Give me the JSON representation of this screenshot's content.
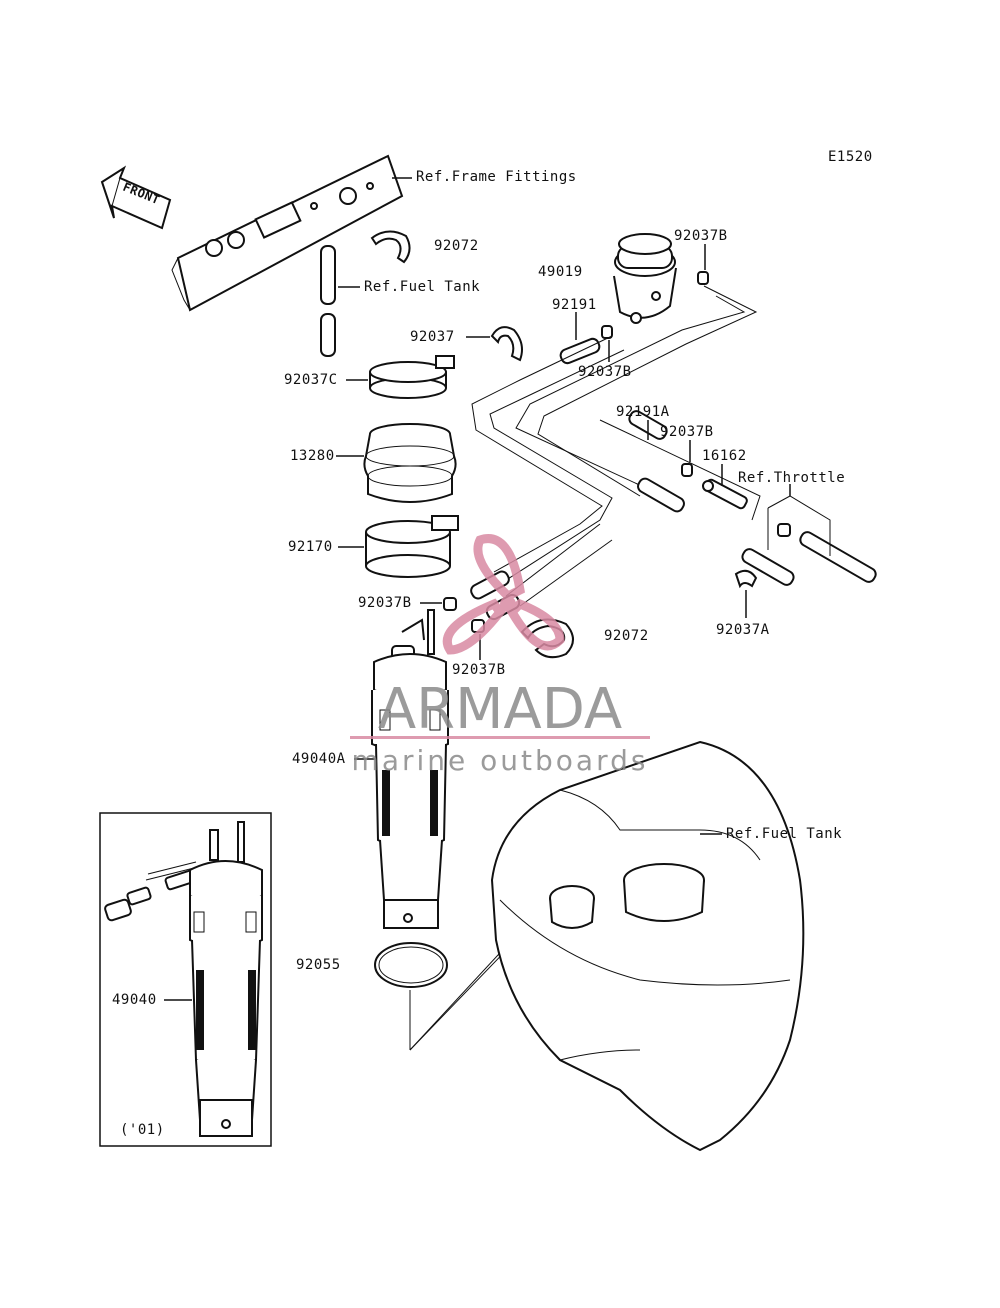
{
  "diagram_id": "E1520",
  "labels": {
    "front": "FRONT",
    "ref_frame_fittings": "Ref.Frame Fittings",
    "ref_fuel_tank_top": "Ref.Fuel Tank",
    "ref_fuel_tank_bottom": "Ref.Fuel Tank",
    "ref_throttle": "Ref.Throttle",
    "p92072_a": "92072",
    "p92072_b": "92072",
    "p49019": "49019",
    "p92037B_1": "92037B",
    "p92191": "92191",
    "p92037": "92037",
    "p92037B_2": "92037B",
    "p92037C": "92037C",
    "p92191A": "92191A",
    "p92037B_3": "92037B",
    "p16162": "16162",
    "p13280": "13280",
    "p92170": "92170",
    "p92037A": "92037A",
    "p92037B_4": "92037B",
    "p92037B_5": "92037B",
    "p49040A": "49040A",
    "p92055": "92055",
    "p49040": "49040",
    "year_note": "('01)"
  },
  "watermark": {
    "brand": "ARMADA",
    "tagline": "marine outboards",
    "color": "#d98aa3"
  }
}
